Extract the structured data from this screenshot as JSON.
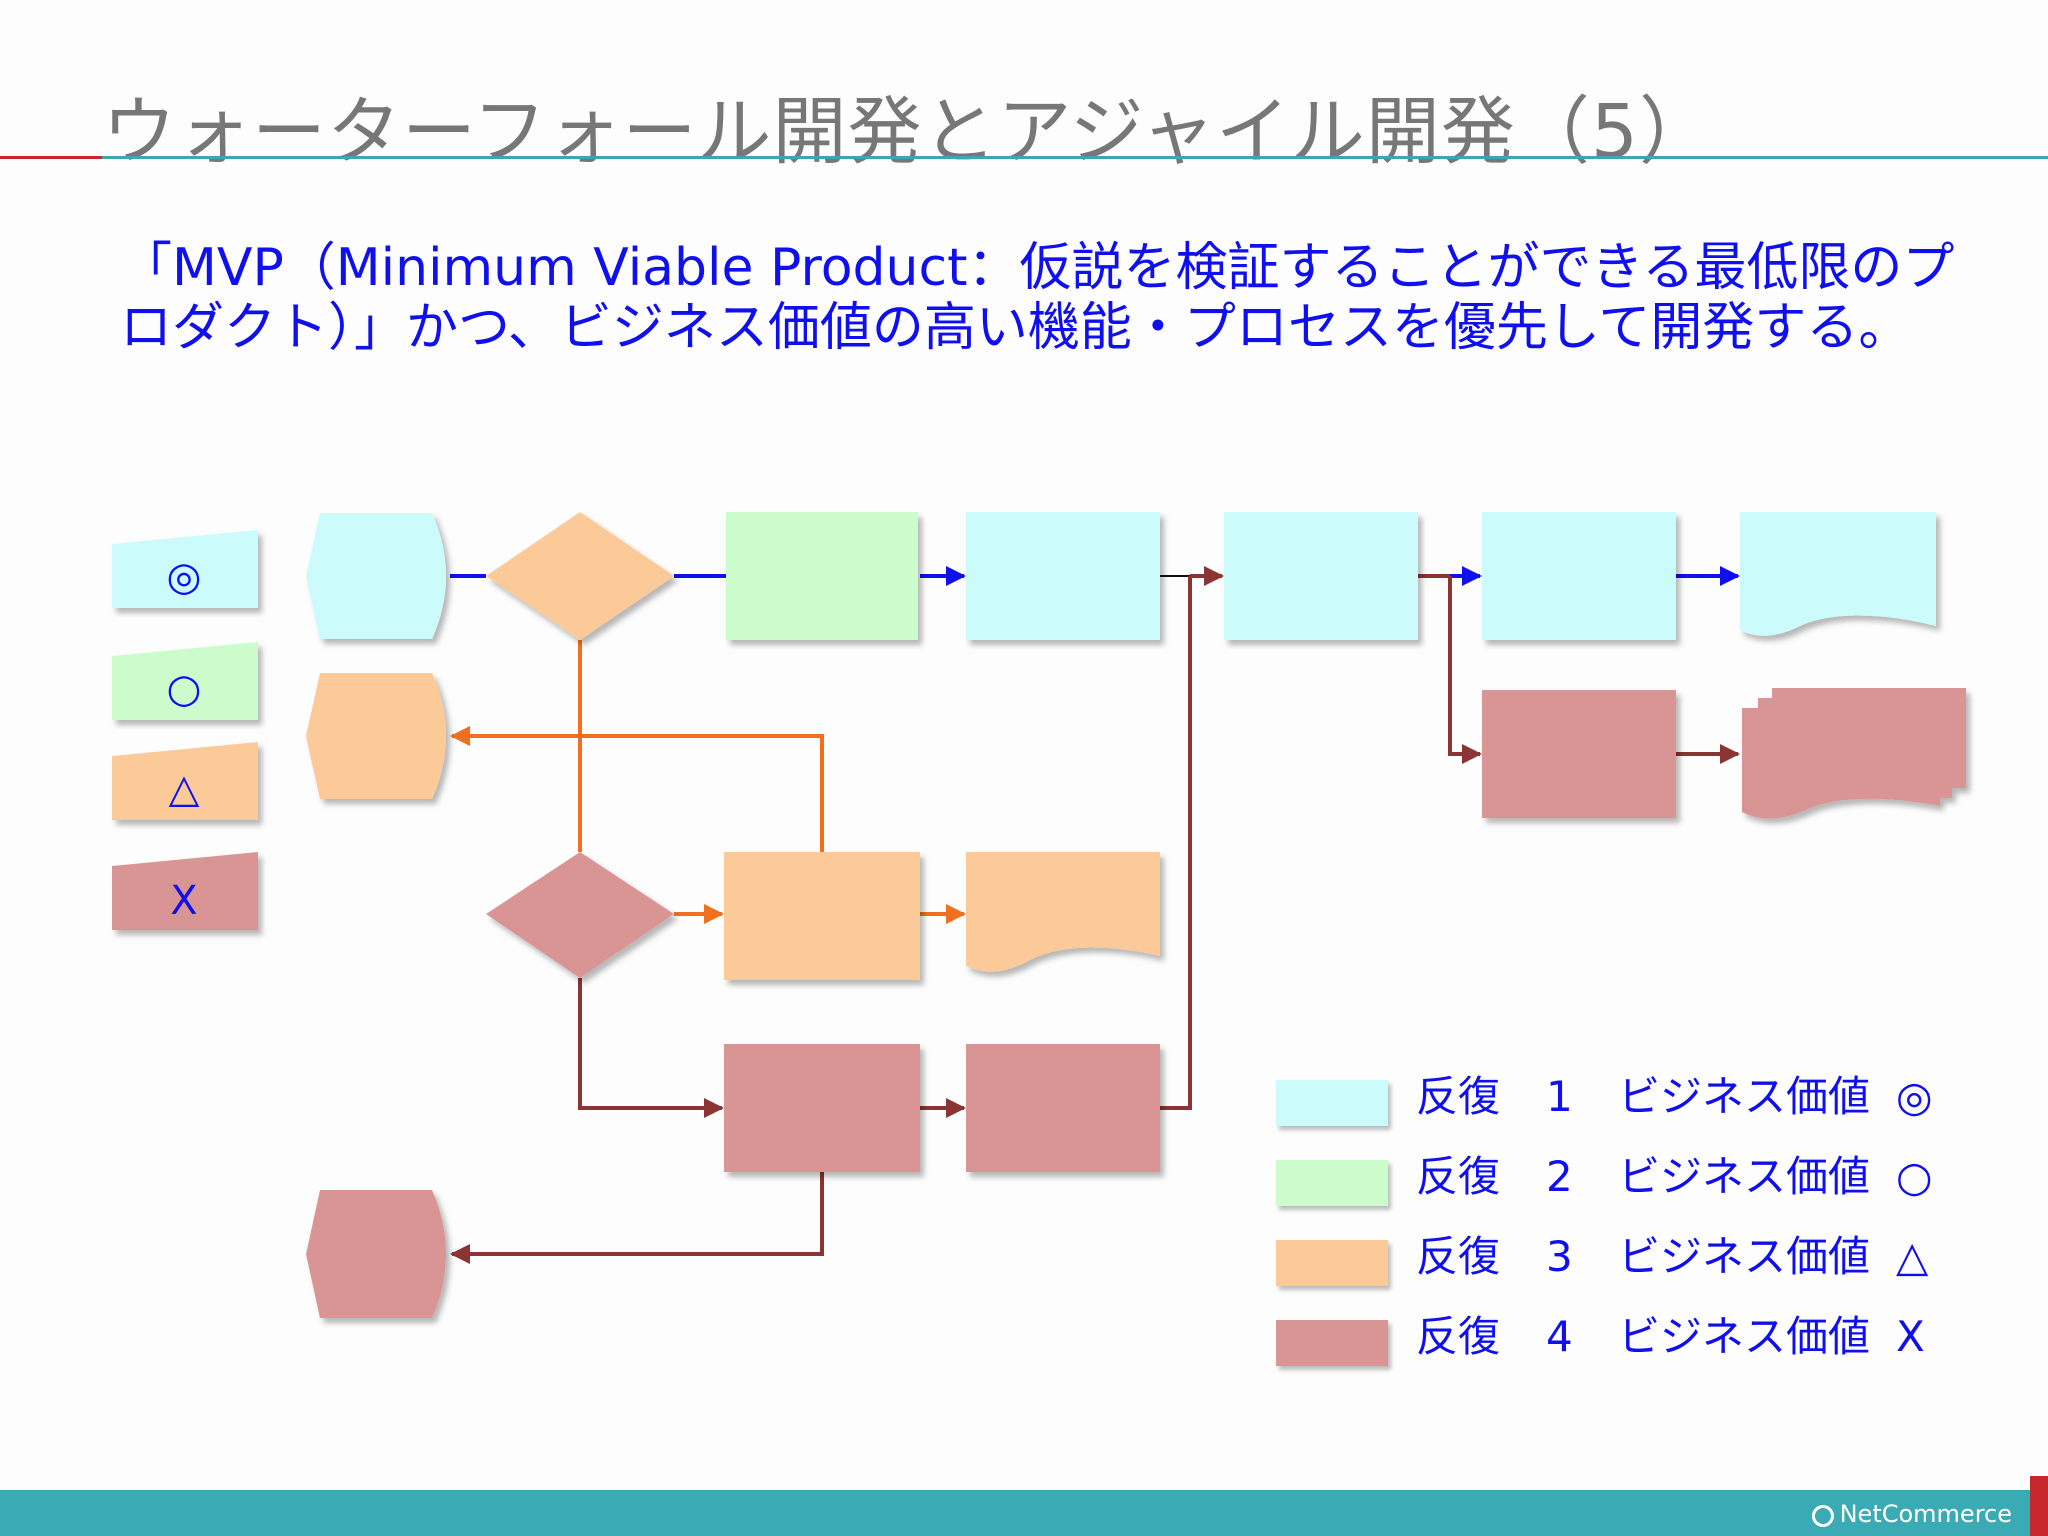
{
  "title": "ウォーターフォール開発とアジャイル開発（5）",
  "subtitle": {
    "line1": "「MVP（Minimum Viable Product：仮説を検証することができる最低限のプ",
    "line2": "ロダクト）」かつ、ビジネス価値の高い機能・プロセスを優先して開発する。"
  },
  "colors": {
    "iter1": "#ccfbfc",
    "iter2": "#ccfccc",
    "iter3": "#fcca99",
    "iter4": "#d99594",
    "arrow_blue": "#1010ee",
    "arrow_orange": "#f07020",
    "arrow_maroon": "#8b3434",
    "text_blue": "#1010ee"
  },
  "key": [
    {
      "symbol": "◎",
      "color": "#ccfbfc"
    },
    {
      "symbol": "○",
      "color": "#ccfccc"
    },
    {
      "symbol": "△",
      "color": "#fcca99"
    },
    {
      "symbol": "X",
      "color": "#d99594"
    }
  ],
  "legend": [
    {
      "label": "反復",
      "num": "1",
      "bv": "ビジネス価値",
      "sym": "◎",
      "color": "#ccfbfc"
    },
    {
      "label": "反復",
      "num": "2",
      "bv": "ビジネス価値",
      "sym": "○",
      "color": "#ccfccc"
    },
    {
      "label": "反復",
      "num": "3",
      "bv": "ビジネス価値",
      "sym": "△",
      "color": "#fcca99"
    },
    {
      "label": "反復",
      "num": "4",
      "bv": "ビジネス価値",
      "sym": "X",
      "color": "#d99594"
    }
  ],
  "footer": {
    "logo_text": "NetCommerce"
  }
}
